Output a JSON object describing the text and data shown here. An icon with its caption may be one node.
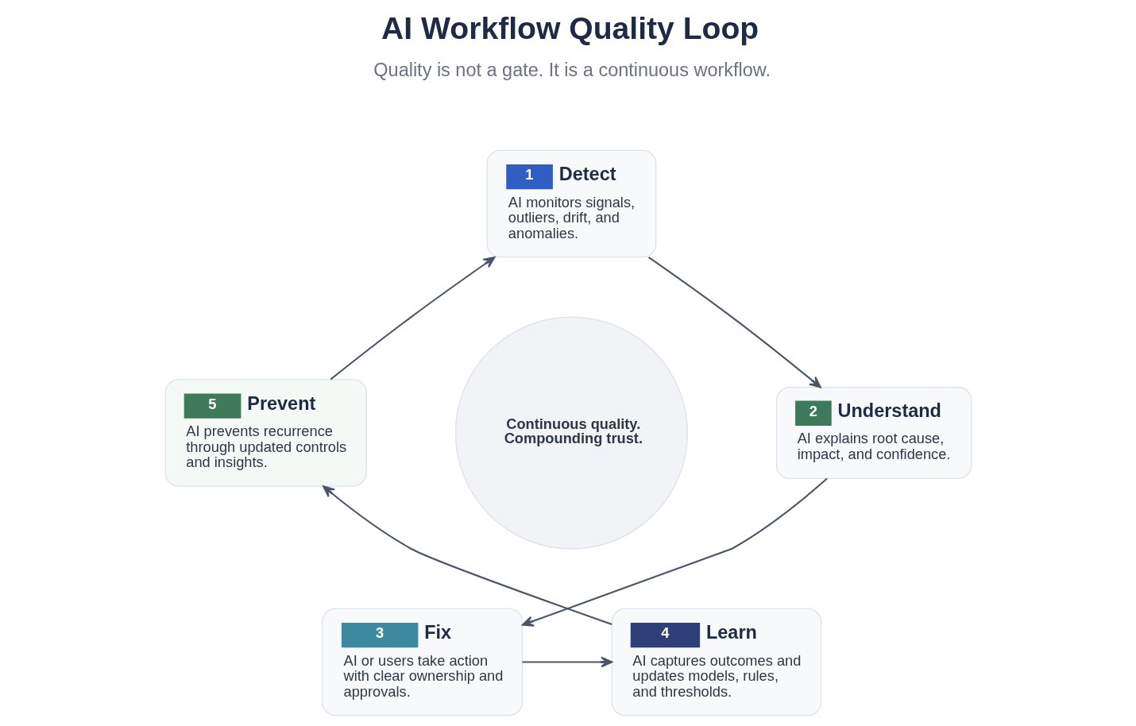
{
  "diagram": {
    "title": "AI Workflow Quality Loop",
    "nodes": [
      {
        "text": [
          "1",
          "Detect",
          "AI monitors signals, outliers, drift, and anomalies."
        ]
      },
      {
        "text": [
          "2",
          "Understand",
          "AI explains root cause, impact, and confidence."
        ]
      },
      {
        "text": [
          "3",
          "Fix",
          "AI or users take action with clear ownership and approvals."
        ]
      },
      {
        "text": [
          "4",
          "Learn",
          "AI captures outcomes and updates models, rules, and thresholds."
        ]
      },
      {
        "text": [
          "5",
          "Prevent",
          "AI prevents recurrence through updated controls and insights."
        ]
      },
      {
        "text": [
          "Continuous quality. Compounding trust."
        ]
      }
    ],
    "edges": [
      {
        "from": 0,
        "to": 1,
        "arrow": "to"
      },
      {
        "from": 1,
        "to": 2,
        "arrow": "to"
      },
      {
        "from": 2,
        "to": 3,
        "arrow": "to"
      },
      {
        "from": 3,
        "to": 4,
        "arrow": "to"
      },
      {
        "from": 4,
        "to": 0,
        "arrow": "to"
      }
    ],
    "labels": [
      "Quality is not a gate. It is a continuous workflow."
    ]
  }
}
